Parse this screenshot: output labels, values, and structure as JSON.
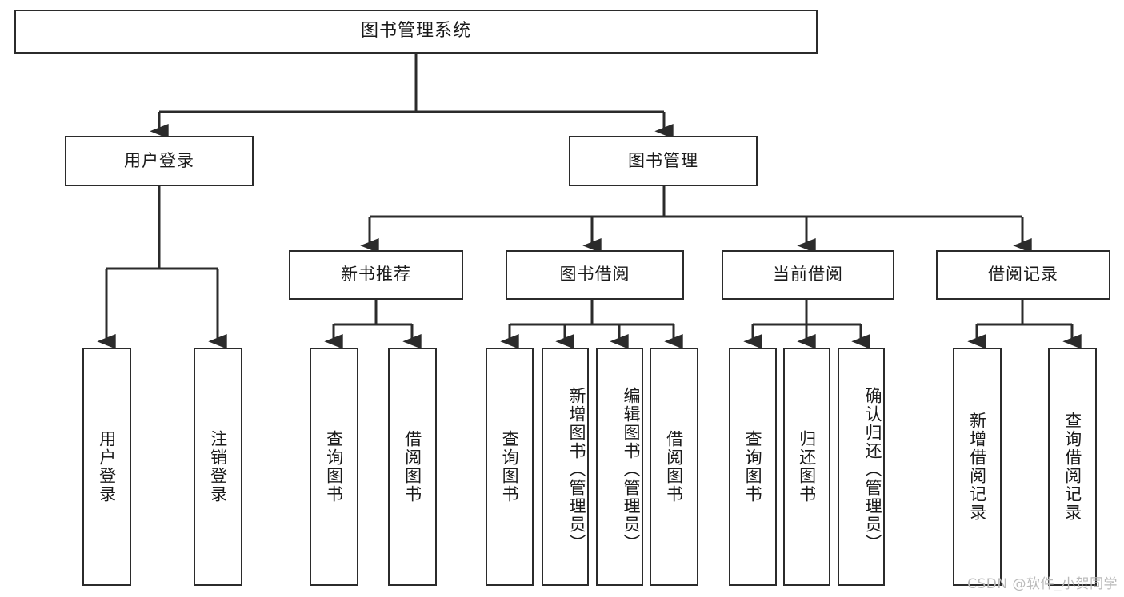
{
  "diagram": {
    "type": "tree",
    "title": "图书管理系统",
    "watermark": "CSDN @软件_小贺同学",
    "colors": {
      "box_border": "#2b2b2b",
      "box_fill": "#ffffff",
      "edge": "#2b2b2b",
      "text": "#1a1a1a",
      "watermark": "#b9b9b9",
      "background": "#ffffff"
    },
    "nodes": {
      "root": {
        "label": "图书管理系统"
      },
      "level2": [
        {
          "id": "user_login",
          "label": "用户登录"
        },
        {
          "id": "book_manage",
          "label": "图书管理"
        }
      ],
      "level3": [
        {
          "id": "new_book_rec",
          "label": "新书推荐"
        },
        {
          "id": "book_borrow",
          "label": "图书借阅"
        },
        {
          "id": "current_borrow",
          "label": "当前借阅"
        },
        {
          "id": "borrow_record",
          "label": "借阅记录"
        }
      ],
      "leaves": {
        "user_login": [
          {
            "id": "leaf_user_login",
            "label": "用户登录"
          },
          {
            "id": "leaf_logout",
            "label": "注销登录"
          }
        ],
        "new_book_rec": [
          {
            "id": "leaf_query_book_1",
            "label": "查询图书"
          },
          {
            "id": "leaf_borrow_book_1",
            "label": "借阅图书"
          }
        ],
        "book_borrow": [
          {
            "id": "leaf_query_book_2",
            "label": "查询图书"
          },
          {
            "id": "leaf_add_book",
            "label": "新增图书（管理员）"
          },
          {
            "id": "leaf_edit_book",
            "label": "编辑图书（管理员）"
          },
          {
            "id": "leaf_borrow_book_2",
            "label": "借阅图书"
          }
        ],
        "current_borrow": [
          {
            "id": "leaf_query_book_3",
            "label": "查询图书"
          },
          {
            "id": "leaf_return_book",
            "label": "归还图书"
          },
          {
            "id": "leaf_confirm_return",
            "label": "确认归还（管理员）"
          }
        ],
        "borrow_record": [
          {
            "id": "leaf_add_record",
            "label": "新增借阅记录"
          },
          {
            "id": "leaf_query_record",
            "label": "查询借阅记录"
          }
        ]
      }
    },
    "edges": [
      {
        "from": "root",
        "to": "user_login"
      },
      {
        "from": "root",
        "to": "book_manage"
      },
      {
        "from": "book_manage",
        "to": "new_book_rec"
      },
      {
        "from": "book_manage",
        "to": "book_borrow"
      },
      {
        "from": "book_manage",
        "to": "current_borrow"
      },
      {
        "from": "book_manage",
        "to": "borrow_record"
      },
      {
        "from": "user_login",
        "to": "leaf_user_login"
      },
      {
        "from": "user_login",
        "to": "leaf_logout"
      },
      {
        "from": "new_book_rec",
        "to": "leaf_query_book_1"
      },
      {
        "from": "new_book_rec",
        "to": "leaf_borrow_book_1"
      },
      {
        "from": "book_borrow",
        "to": "leaf_query_book_2"
      },
      {
        "from": "book_borrow",
        "to": "leaf_add_book"
      },
      {
        "from": "book_borrow",
        "to": "leaf_edit_book"
      },
      {
        "from": "book_borrow",
        "to": "leaf_borrow_book_2"
      },
      {
        "from": "current_borrow",
        "to": "leaf_query_book_3"
      },
      {
        "from": "current_borrow",
        "to": "leaf_return_book"
      },
      {
        "from": "current_borrow",
        "to": "leaf_confirm_return"
      },
      {
        "from": "borrow_record",
        "to": "leaf_add_record"
      },
      {
        "from": "borrow_record",
        "to": "leaf_query_record"
      }
    ]
  }
}
